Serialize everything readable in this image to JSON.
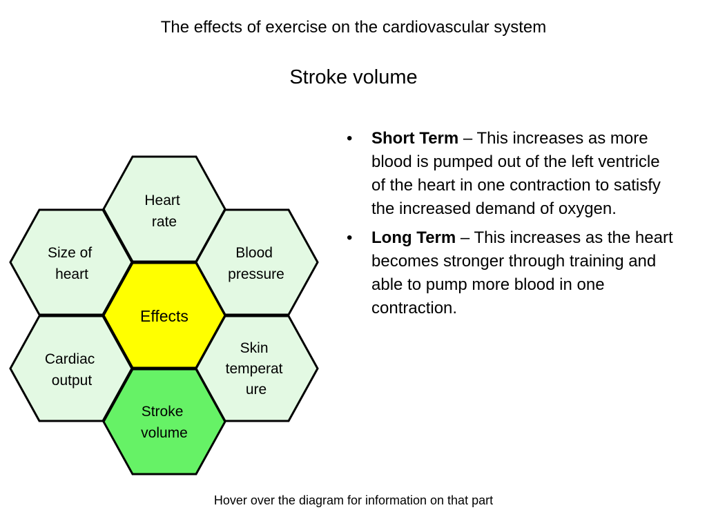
{
  "slide": {
    "title": "The effects of exercise on the cardiovascular system",
    "subtitle": "Stroke volume",
    "footer": "Hover over the diagram for information on that part"
  },
  "diagram": {
    "colors": {
      "outer": "#E3F9E3",
      "center": "#FFFF00",
      "selected": "#66F266",
      "outline": "#000000"
    },
    "hexes": [
      {
        "id": "heart-rate",
        "lines": [
          "Heart",
          "rate"
        ],
        "state": "outer"
      },
      {
        "id": "size-of-heart",
        "lines": [
          "Size of",
          "heart"
        ],
        "state": "outer"
      },
      {
        "id": "blood-pressure",
        "lines": [
          "Blood",
          "pressure"
        ],
        "state": "outer"
      },
      {
        "id": "effects",
        "lines": [
          "Effects"
        ],
        "state": "center"
      },
      {
        "id": "cardiac-output",
        "lines": [
          "Cardiac",
          "output"
        ],
        "state": "outer"
      },
      {
        "id": "skin-temperature",
        "lines": [
          "Skin",
          "temperat",
          "ure"
        ],
        "state": "outer"
      },
      {
        "id": "stroke-volume",
        "lines": [
          "Stroke",
          "volume"
        ],
        "state": "selected"
      }
    ]
  },
  "bullets": [
    {
      "bullet": "•",
      "term": "Short Term",
      "text": " – This increases as more blood is pumped out of the left ventricle of the heart in one contraction to satisfy the increased demand of oxygen."
    },
    {
      "bullet": "•",
      "term": "Long Term",
      "text": " – This increases as the heart becomes stronger through training and able to pump more blood in one contraction."
    }
  ]
}
